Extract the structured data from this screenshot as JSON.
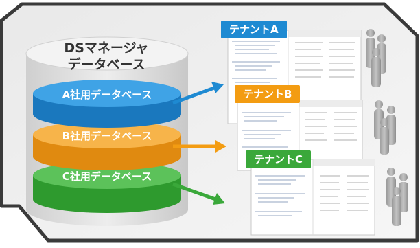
{
  "database": {
    "title_line1": "DSマネージャ",
    "title_line2": "データベース",
    "layers": [
      {
        "label": "A社用データベース",
        "color": "#1e8ad2"
      },
      {
        "label": "B社用データベース",
        "color": "#f39c12"
      },
      {
        "label": "C社用データベース",
        "color": "#3aa83a"
      }
    ]
  },
  "tenants": [
    {
      "label": "テナントA",
      "color": "#1e8ad2"
    },
    {
      "label": "テナントB",
      "color": "#f39c12"
    },
    {
      "label": "テナントC",
      "color": "#3aa83a"
    }
  ],
  "icons": [
    "arrow-icon",
    "person-icon",
    "screen-mockup"
  ]
}
